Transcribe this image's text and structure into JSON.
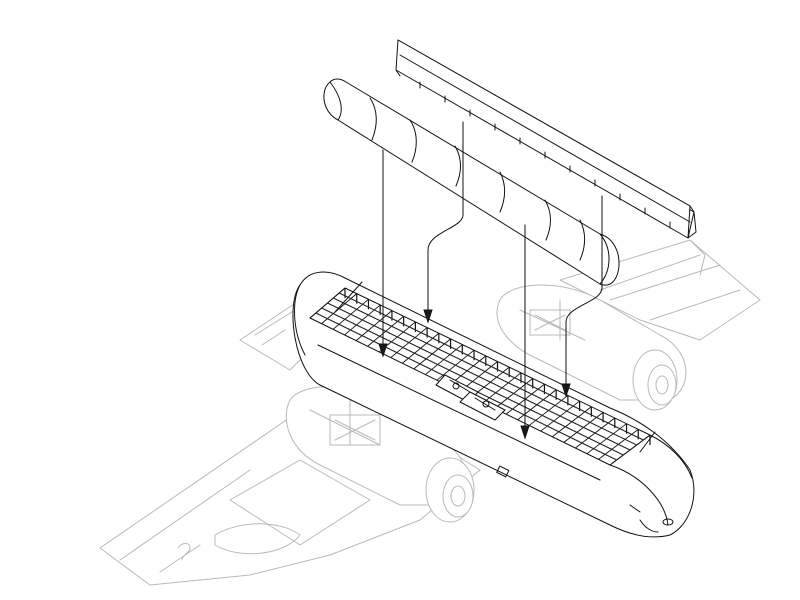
{
  "diagram": {
    "parts": [
      {
        "id": "canopy-frame",
        "role": "top rail part"
      },
      {
        "id": "curved-panel",
        "role": "rounded cover part"
      },
      {
        "id": "fuselage",
        "role": "aircraft fuselage with open bay"
      }
    ],
    "arrow_count": 4
  }
}
